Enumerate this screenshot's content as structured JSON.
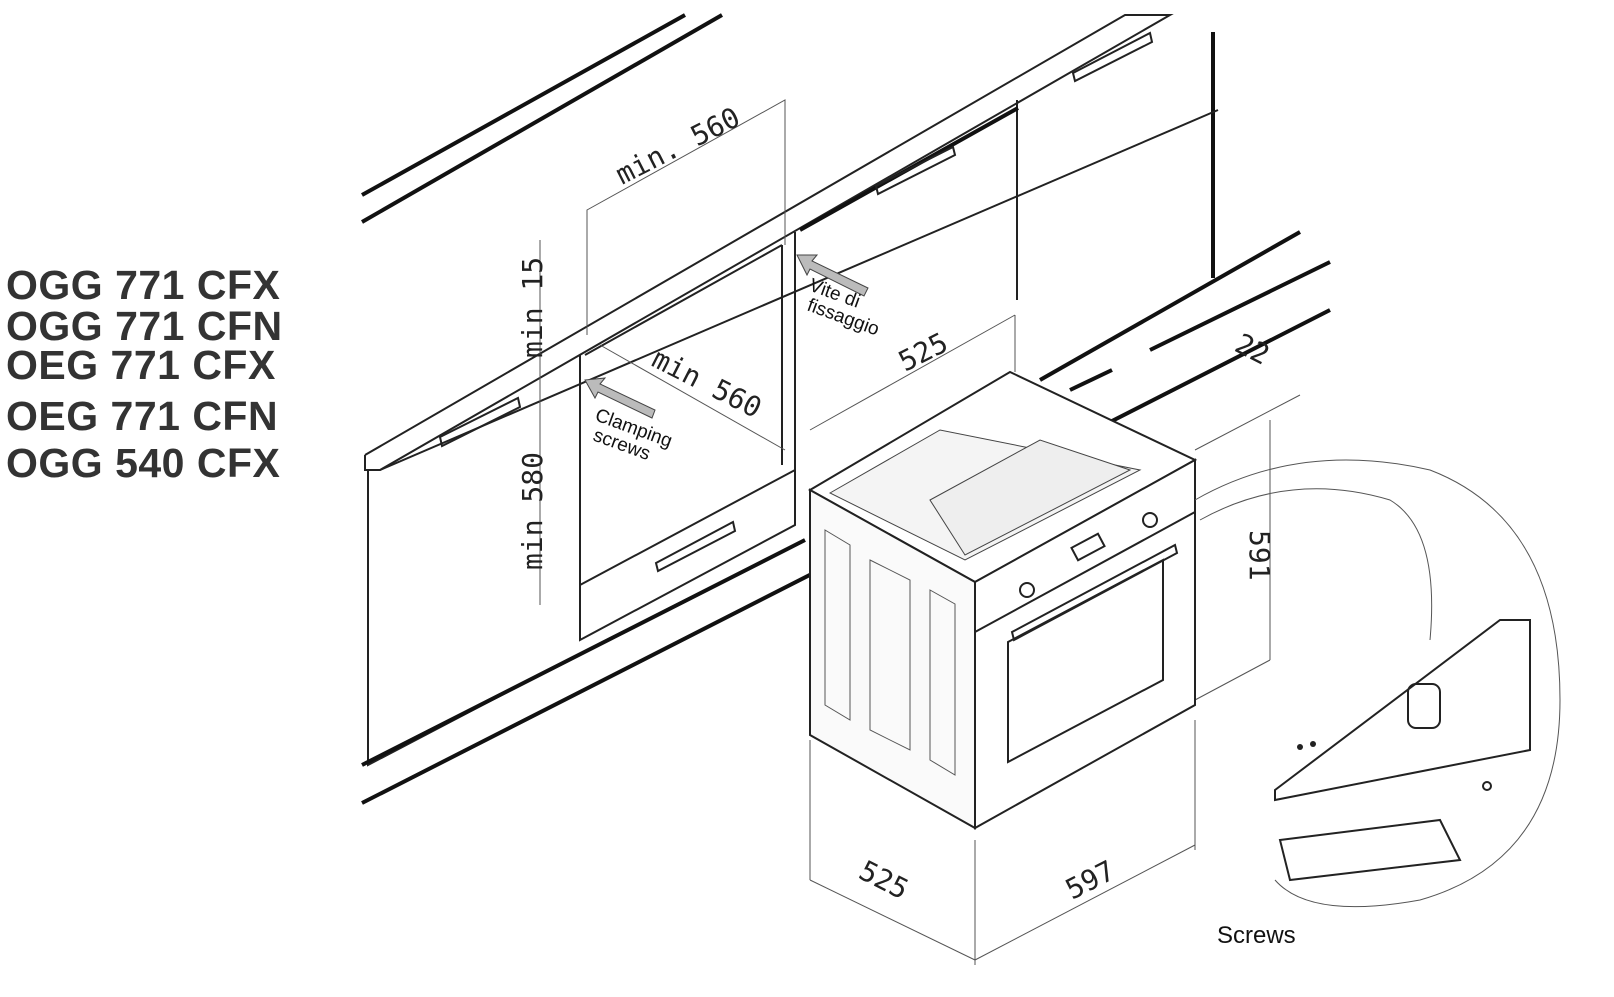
{
  "models": [
    "OGG 771 CFX",
    "OGG 771 CFN",
    "OEG 771 CFX",
    "OEG 771 CFN",
    "OGG 540 CFX"
  ],
  "dimensions": {
    "niche_width_top": "min. 560",
    "gap_top": "min 15",
    "niche_width_inner": "min 560",
    "niche_height": "min 580",
    "oven_depth_top": "525",
    "front_thickness": "22",
    "oven_height": "591",
    "oven_depth_bottom": "525",
    "oven_width": "597"
  },
  "labels": {
    "clamping_screws_line1": "Clamping",
    "clamping_screws_line2": "screws",
    "vite_line1": "Vite di",
    "vite_line2": "fissaggio",
    "screws": "Screws"
  }
}
